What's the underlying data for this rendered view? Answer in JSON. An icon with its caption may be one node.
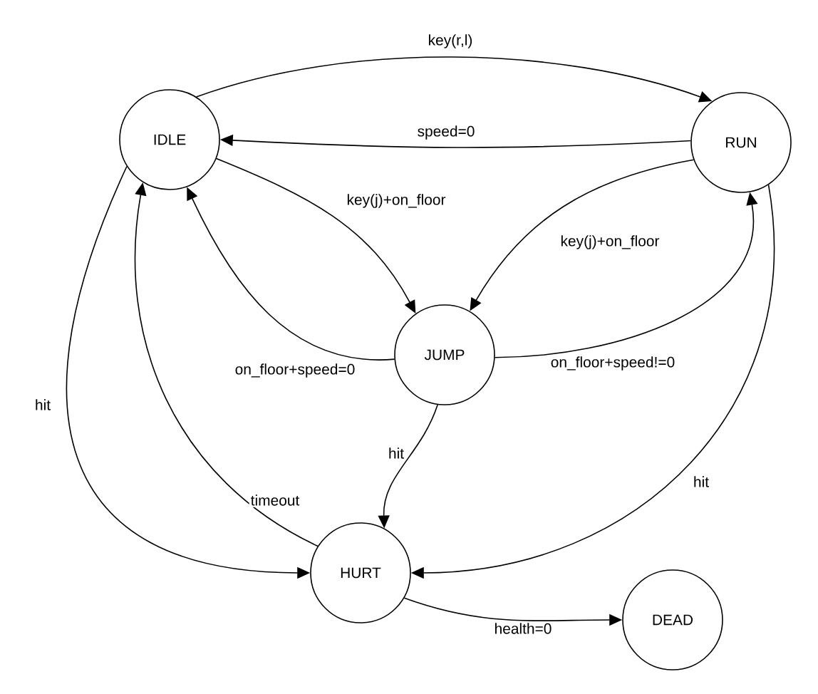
{
  "diagram": {
    "nodes": [
      {
        "text": [
          "IDLE"
        ]
      },
      {
        "text": [
          "RUN"
        ]
      },
      {
        "text": [
          "JUMP"
        ]
      },
      {
        "text": [
          "HURT"
        ]
      },
      {
        "text": [
          "DEAD"
        ]
      }
    ],
    "edges": [
      {
        "from": 0,
        "to": 1,
        "arrow": "to",
        "label": "key(r,l)"
      },
      {
        "from": 1,
        "to": 0,
        "arrow": "to",
        "label": "speed=0"
      },
      {
        "from": 0,
        "to": 2,
        "arrow": "to",
        "label": "key(j)+on_floor"
      },
      {
        "from": 1,
        "to": 2,
        "arrow": "to",
        "label": "key(j)+on_floor"
      },
      {
        "from": 2,
        "to": 0,
        "arrow": "to",
        "label": "on_floor+speed=0"
      },
      {
        "from": 2,
        "to": 1,
        "arrow": "to",
        "label": "on_floor+speed!=0"
      },
      {
        "from": 0,
        "to": 3,
        "arrow": "to",
        "label": "hit"
      },
      {
        "from": 3,
        "to": 0,
        "arrow": "to",
        "label": "timeout"
      },
      {
        "from": 2,
        "to": 3,
        "arrow": "to",
        "label": "hit"
      },
      {
        "from": 1,
        "to": 3,
        "arrow": "to",
        "label": "hit"
      },
      {
        "from": 3,
        "to": 4,
        "arrow": "to",
        "label": "health=0"
      }
    ]
  }
}
